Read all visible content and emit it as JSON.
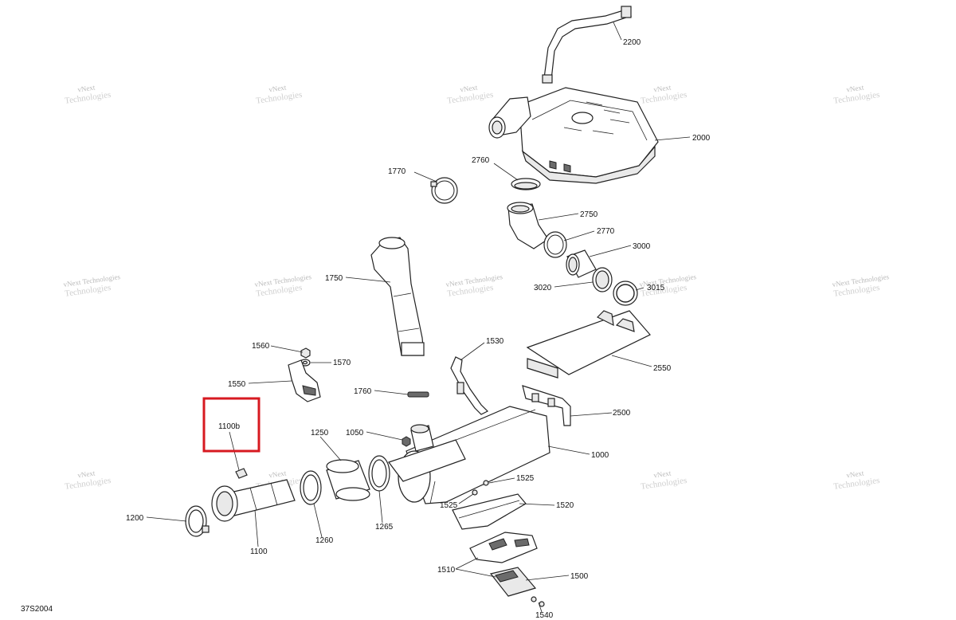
{
  "diagram_code": "37S2004",
  "watermark": {
    "line1": "vNext",
    "line2": "Technologies",
    "combined": "vNext Technologies"
  },
  "highlight_color": "#d71920",
  "callouts": [
    {
      "id": "2200",
      "text": "2200"
    },
    {
      "id": "2000",
      "text": "2000"
    },
    {
      "id": "1770",
      "text": "1770"
    },
    {
      "id": "2760",
      "text": "2760"
    },
    {
      "id": "2750",
      "text": "2750"
    },
    {
      "id": "2770",
      "text": "2770"
    },
    {
      "id": "3000",
      "text": "3000"
    },
    {
      "id": "1750",
      "text": "1750"
    },
    {
      "id": "3020",
      "text": "3020"
    },
    {
      "id": "3015",
      "text": "3015"
    },
    {
      "id": "1560",
      "text": "1560"
    },
    {
      "id": "1570",
      "text": "1570"
    },
    {
      "id": "1530",
      "text": "1530"
    },
    {
      "id": "2550",
      "text": "2550"
    },
    {
      "id": "1550",
      "text": "1550"
    },
    {
      "id": "1760",
      "text": "1760"
    },
    {
      "id": "2500",
      "text": "2500"
    },
    {
      "id": "1100b",
      "text": "1100b"
    },
    {
      "id": "1250",
      "text": "1250"
    },
    {
      "id": "1050",
      "text": "1050"
    },
    {
      "id": "1000",
      "text": "1000"
    },
    {
      "id": "1525a",
      "text": "1525"
    },
    {
      "id": "1525b",
      "text": "1525"
    },
    {
      "id": "1520",
      "text": "1520"
    },
    {
      "id": "1200",
      "text": "1200"
    },
    {
      "id": "1260",
      "text": "1260"
    },
    {
      "id": "1265",
      "text": "1265"
    },
    {
      "id": "1100",
      "text": "1100"
    },
    {
      "id": "1510",
      "text": "1510"
    },
    {
      "id": "1500",
      "text": "1500"
    },
    {
      "id": "1540",
      "text": "1540"
    }
  ]
}
